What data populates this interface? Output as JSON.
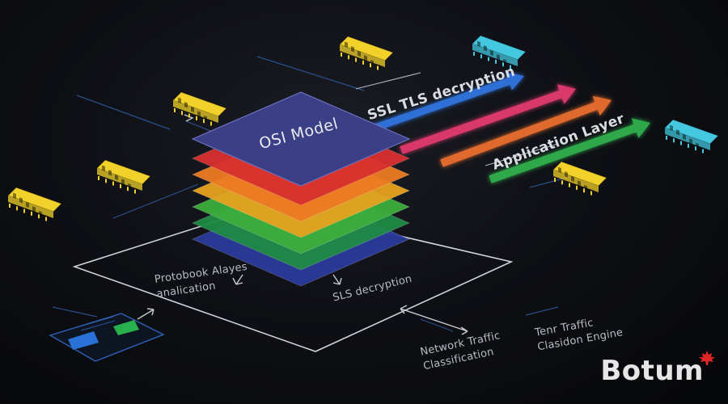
{
  "diagram": {
    "center_label": "OSI Model",
    "arrow_labels": {
      "ssl_tls": "SSL TLS decryption",
      "application_layer": "Application Layer"
    },
    "floor_labels": {
      "protocol_analysis": "Protobook Alayes\nanalication",
      "sls_decryption": "SLS decryption",
      "network_traffic": "Network Traffic\nClassification",
      "traffic_engine": "Tenr Traffic\nClasidon Engine"
    },
    "layer_colors": [
      "#2a3a9a",
      "#1f8a44",
      "#3cae3c",
      "#e6a21f",
      "#ec7b22",
      "#d8302e"
    ],
    "top_slab_color": "#3b3f86",
    "arrow_colors": {
      "blue": "#2d6fd6",
      "pink": "#d8386a",
      "orange": "#e06a2e",
      "green": "#2ea84a"
    },
    "chip_colors": {
      "yellow": "#f2d12a",
      "cyan": "#43c8e0"
    }
  },
  "brand": {
    "logo_text": "Botum",
    "leaf_color": "#e02525"
  }
}
